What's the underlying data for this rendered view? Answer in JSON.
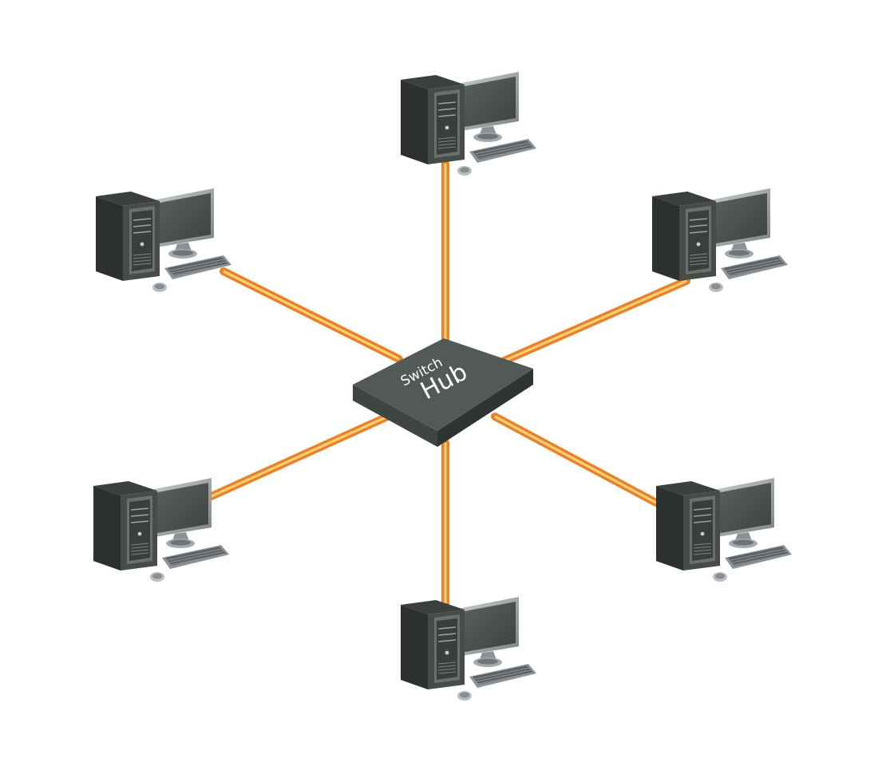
{
  "diagram": {
    "hub": {
      "line1": "Switch",
      "line2": "Hub"
    },
    "computers": [
      {
        "position": "top"
      },
      {
        "position": "upper-left"
      },
      {
        "position": "upper-right"
      },
      {
        "position": "lower-left"
      },
      {
        "position": "lower-right"
      },
      {
        "position": "bottom"
      }
    ],
    "colors": {
      "cable": "#f29a3a",
      "cable_highlight": "#ffd37a",
      "hub_top": "#535a56",
      "hub_left": "#3f4542",
      "hub_right": "#2f3432",
      "tower_side": "#2f3331",
      "tower_front": "#4a4f4c",
      "monitor_frame": "#9aa0a3",
      "monitor_screen": "#4a504d"
    }
  }
}
